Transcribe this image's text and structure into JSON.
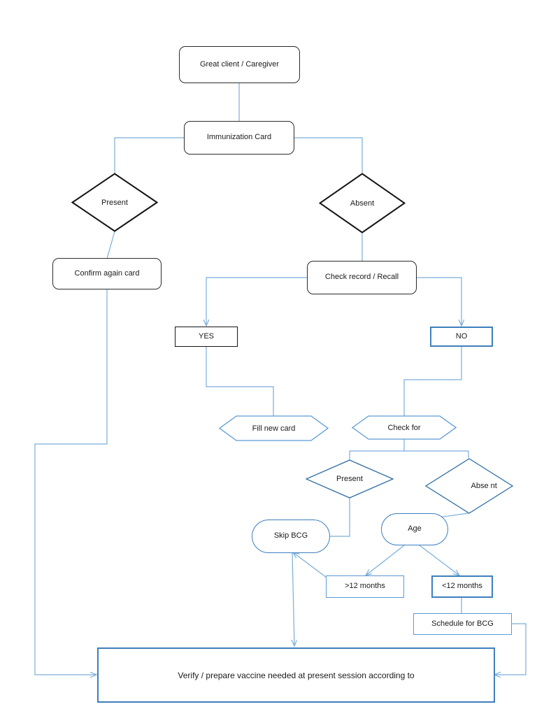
{
  "diagram": {
    "title": "Immunization session client flow",
    "colors": {
      "edge_blue": "#7aadd9",
      "outline_dark": "#2b2b2b",
      "outline_blue": "#5b9bd5",
      "outline_blue_bold": "#3d7fbd",
      "background": "#ffffff",
      "text": "#1a1a1a"
    },
    "nodes": {
      "greet_client": {
        "label": "Great client / Caregiver",
        "shape": "rounded-rect",
        "outline": "dark"
      },
      "immunization_card": {
        "label": "Immunization Card",
        "shape": "rounded-rect",
        "outline": "dark"
      },
      "card_present": {
        "label": "Present",
        "shape": "diamond",
        "outline": "dark"
      },
      "card_absent": {
        "label": "Absent",
        "shape": "diamond",
        "outline": "dark"
      },
      "confirm_again_card": {
        "label": "Confirm again card",
        "shape": "rounded-rect",
        "outline": "dark"
      },
      "check_record_recall": {
        "label": "Check record / Recall",
        "shape": "rounded-rect",
        "outline": "dark"
      },
      "yes": {
        "label": "YES",
        "shape": "rect",
        "outline": "dark"
      },
      "no": {
        "label": "NO",
        "shape": "rect",
        "outline": "blue-bold"
      },
      "fill_new_card": {
        "label": "Fill new card",
        "shape": "hexagon",
        "outline": "blue"
      },
      "check_for": {
        "label": "Check for",
        "shape": "hexagon",
        "outline": "blue"
      },
      "bcg_present": {
        "label": "Present",
        "shape": "diamond",
        "outline": "blue"
      },
      "bcg_absent": {
        "label": "Abse nt",
        "shape": "diamond",
        "outline": "blue"
      },
      "skip_bcg": {
        "label": "Skip BCG",
        "shape": "pill",
        "outline": "blue"
      },
      "age": {
        "label": "Age",
        "shape": "pill",
        "outline": "blue"
      },
      "over_12_months": {
        "label": ">12 months",
        "shape": "rect",
        "outline": "blue"
      },
      "under_12_months": {
        "label": "<12 months",
        "shape": "rect",
        "outline": "blue-bold"
      },
      "schedule_for_bcg": {
        "label": "Schedule for BCG",
        "shape": "rect",
        "outline": "blue"
      },
      "verify_prepare": {
        "label": "Verify / prepare vaccine needed at present session according to",
        "shape": "rect",
        "outline": "blue-bold"
      }
    }
  }
}
